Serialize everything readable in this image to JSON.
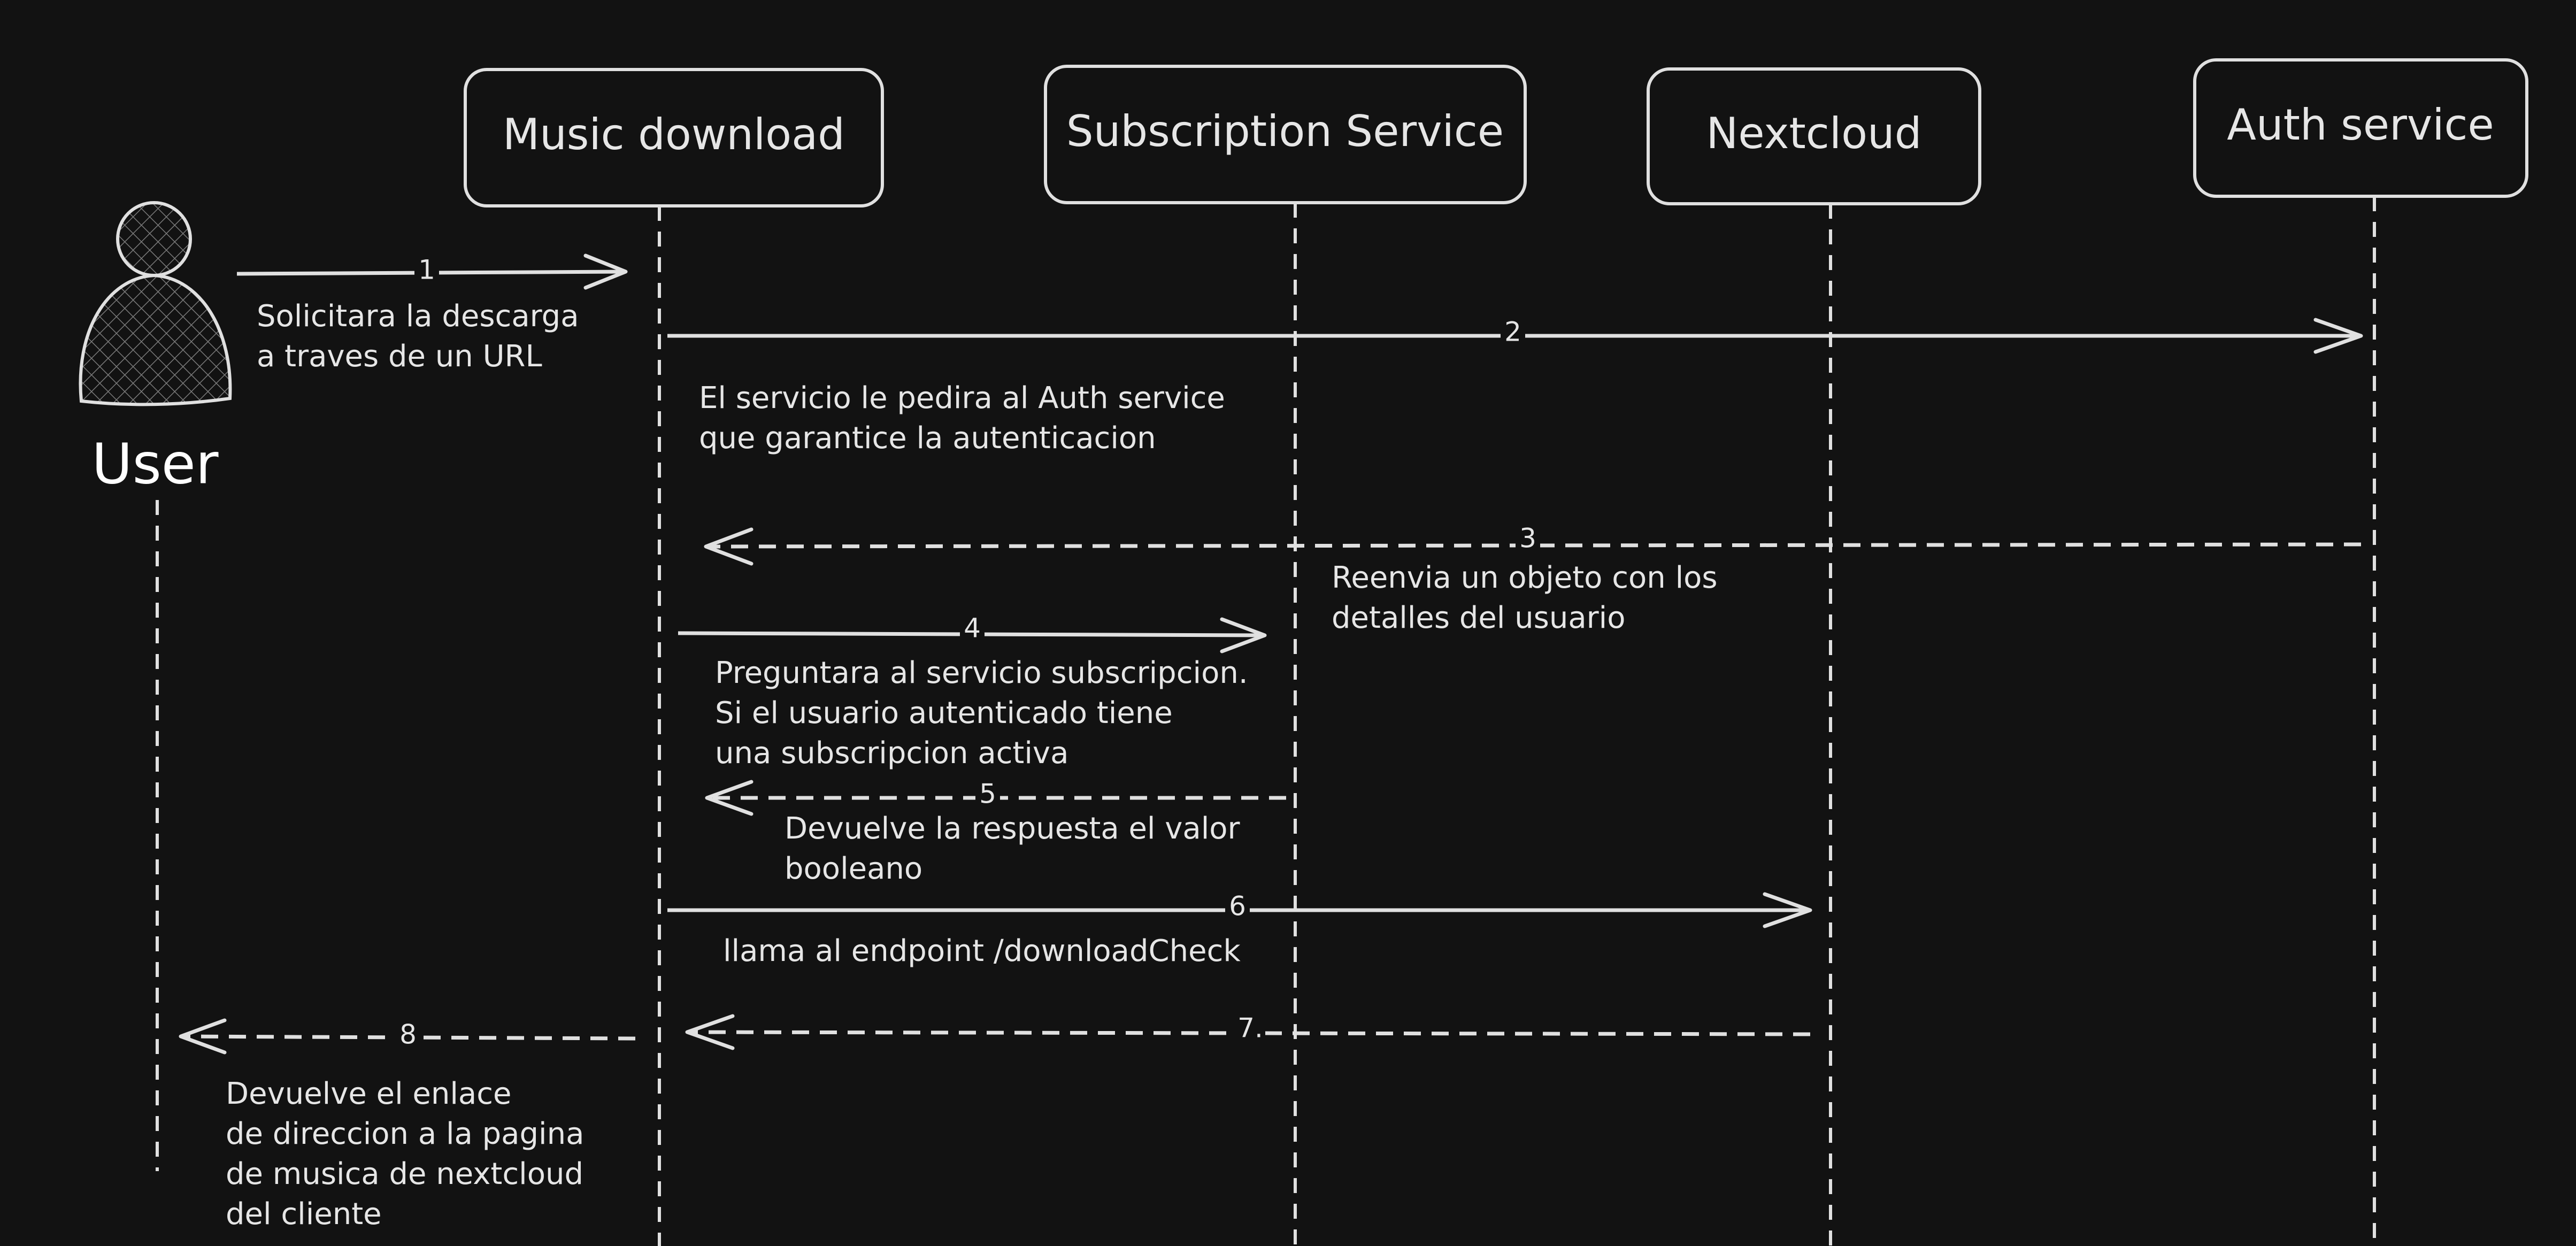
{
  "actor": {
    "label": "User",
    "icon": "user-icon"
  },
  "participants": [
    {
      "id": "music",
      "label": "Music download"
    },
    {
      "id": "subscription",
      "label": "Subscription Service"
    },
    {
      "id": "nextcloud",
      "label": "Nextcloud"
    },
    {
      "id": "auth",
      "label": "Auth service"
    }
  ],
  "messages": [
    {
      "number": "1",
      "from": "user",
      "to": "music",
      "style": "solid",
      "note": [
        "Solicitara la descarga",
        "a traves de un URL"
      ]
    },
    {
      "number": "2",
      "from": "music",
      "to": "auth",
      "style": "solid",
      "note": [
        "El servicio le pedira al Auth service",
        "que garantice la autenticacion"
      ]
    },
    {
      "number": "3",
      "from": "auth",
      "to": "music",
      "style": "dashed",
      "note": [
        "Reenvia un objeto con los",
        "detalles del usuario"
      ]
    },
    {
      "number": "4",
      "from": "music",
      "to": "subscription",
      "style": "solid",
      "note": [
        "Preguntara al servicio subscripcion.",
        "Si el usuario autenticado tiene",
        "una subscripcion activa"
      ]
    },
    {
      "number": "5",
      "from": "subscription",
      "to": "music",
      "style": "dashed",
      "note": [
        "Devuelve la respuesta el valor",
        "booleano"
      ]
    },
    {
      "number": "6",
      "from": "music",
      "to": "nextcloud",
      "style": "solid",
      "note": [
        "llama al endpoint /downloadCheck"
      ]
    },
    {
      "number": "7.",
      "from": "nextcloud",
      "to": "music",
      "style": "dashed",
      "note": []
    },
    {
      "number": "8",
      "from": "music",
      "to": "user",
      "style": "dashed",
      "note": [
        "Devuelve el enlace",
        "de direccion a la pagina",
        "de musica de nextcloud",
        "del cliente"
      ]
    }
  ],
  "colors": {
    "background": "#121212",
    "stroke": "#e0e0e0",
    "text": "#e6e6e6"
  }
}
